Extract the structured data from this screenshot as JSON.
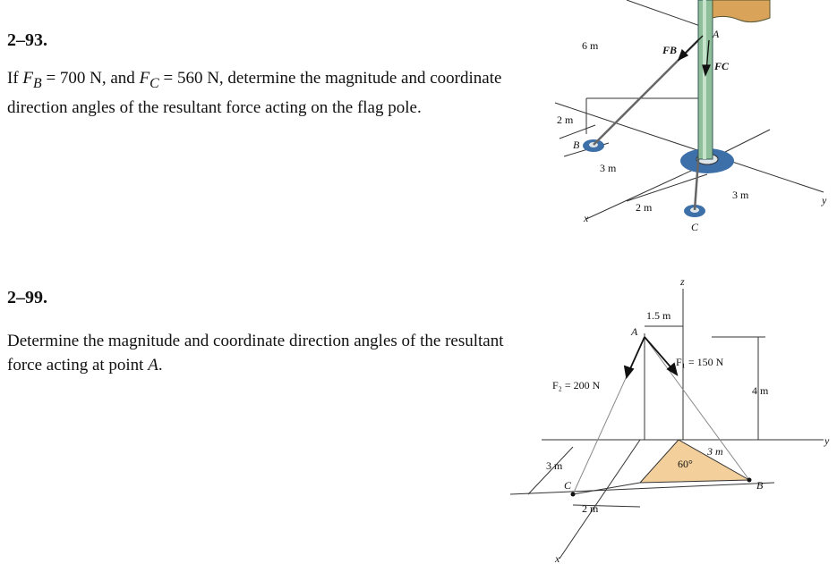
{
  "problems": [
    {
      "number": "2–93.",
      "text_parts": [
        "If ",
        "F",
        "B",
        " = 700 N, and ",
        "F",
        "C",
        " = 560 N, determine the magnitude and coordinate direction angles of the resultant force acting on the flag pole."
      ],
      "figure": {
        "dim_6m": "6 m",
        "dim_2m_a": "2 m",
        "dim_3m_a": "3 m",
        "dim_2m_b": "2 m",
        "dim_3m_b": "3 m",
        "point_A": "A",
        "point_B": "B",
        "point_C": "C",
        "force_FB": "FB",
        "force_FC": "FC",
        "axis_x": "x",
        "axis_y": "y"
      }
    },
    {
      "number": "2–99.",
      "text_parts": [
        "Determine the magnitude and coordinate direction angles of the resultant force acting at point ",
        "A",
        "."
      ],
      "figure": {
        "axis_z": "z",
        "axis_x": "x",
        "axis_y": "y",
        "dim_1_5m": "1.5 m",
        "point_A": "A",
        "force_F1": "F₁ = 150 N",
        "force_F2": "F₂ = 200 N",
        "dim_4m": "4 m",
        "dim_3m_a": "3 m",
        "dim_3m_b": "3 m",
        "dim_2m": "2 m",
        "angle_60": "60°",
        "point_B": "B",
        "point_C": "C"
      }
    }
  ],
  "colors": {
    "pole": "#8fbf9a",
    "base": "#3d6fa8",
    "flag": "#d9a35a",
    "triangle": "#f2cf9b"
  }
}
